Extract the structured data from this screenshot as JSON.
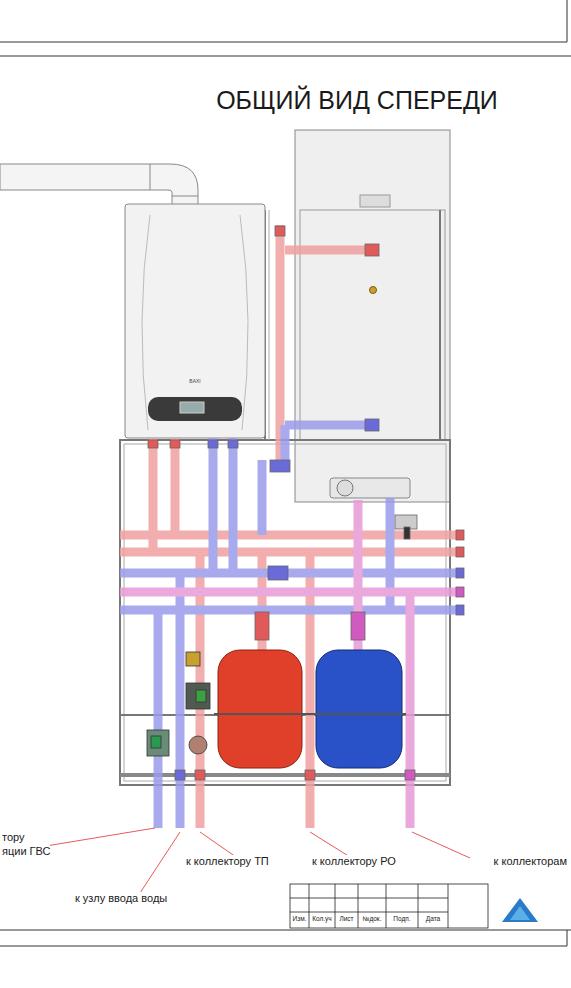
{
  "diagram": {
    "title": "ОБЩИЙ ВИД СПЕРЕДИ",
    "labels": [
      "BAXI",
      "тору",
      "яции ГВС",
      "к узлу ввода воды",
      "к коллектору ТП",
      "к коллектору РО",
      "к коллекторам",
      "Изм.",
      "Кол.уч",
      "Лист",
      "№док.",
      "Подп.",
      "Дата"
    ]
  }
}
